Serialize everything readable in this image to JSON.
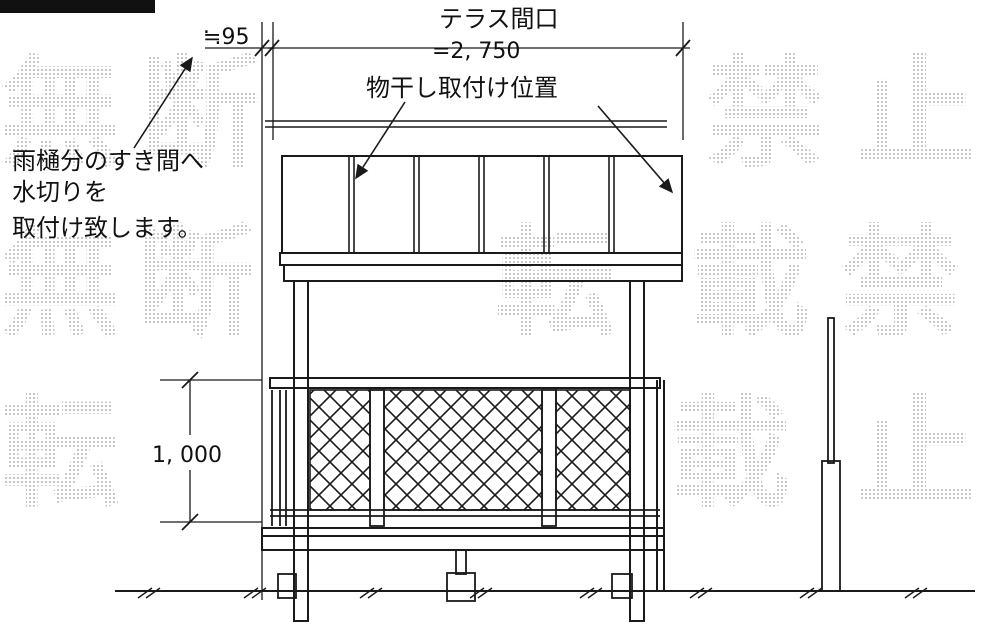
{
  "dimensions": {
    "gap": "≒95",
    "terrace_title": "テラス間口",
    "terrace_width": "=2, 750",
    "height": "1, 000"
  },
  "notes": {
    "laundry": "物干し取付け位置",
    "gutter_line1": "雨樋分のすき間へ",
    "gutter_line2": "水切りを",
    "gutter_line3": "取付け致します。"
  },
  "watermark": {
    "words": [
      "無",
      "断",
      "転",
      "載",
      "禁",
      "止"
    ],
    "color": "#bdbdbd"
  },
  "colors": {
    "ink": "#1a1a1a",
    "header_bar": "#111111"
  }
}
